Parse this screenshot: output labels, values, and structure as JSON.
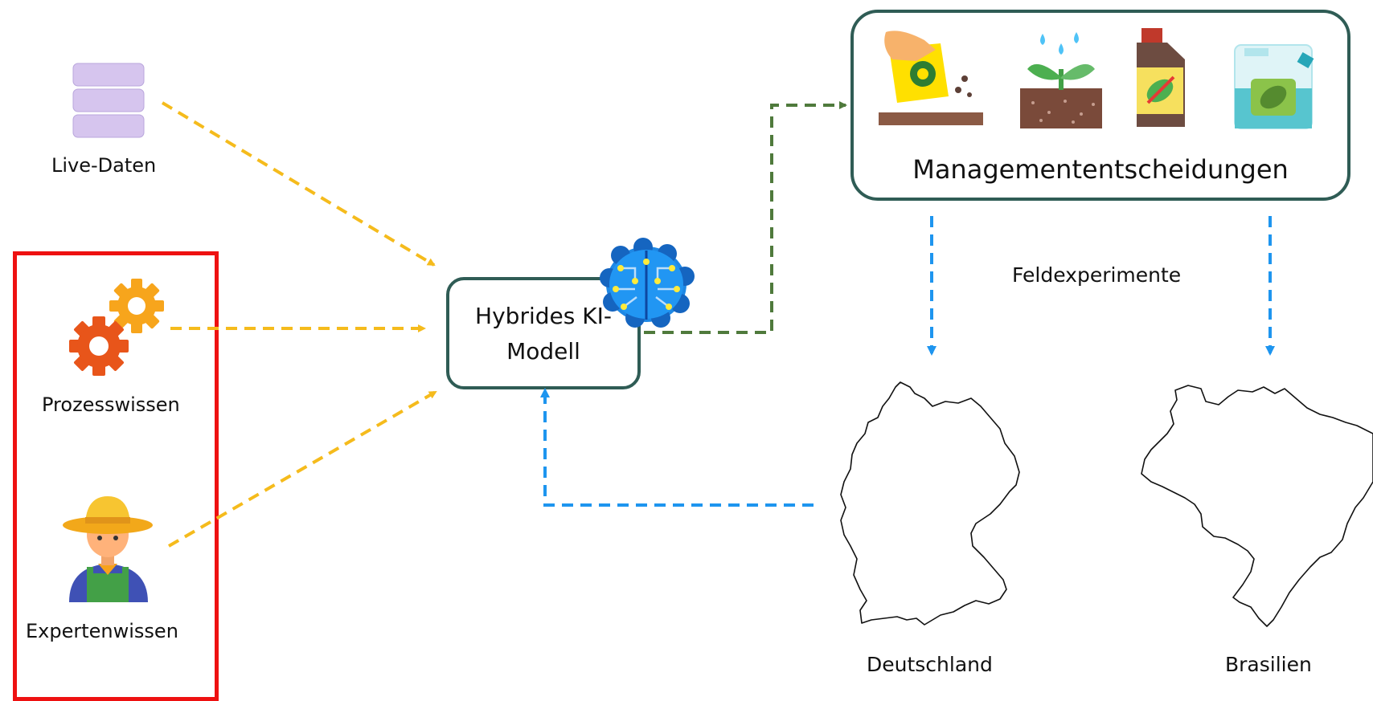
{
  "sources": {
    "live_data": {
      "label": "Live-Daten",
      "icon": "database-icon"
    },
    "process_knowledge": {
      "label": "Prozesswissen",
      "icon": "gears-icon"
    },
    "expert_knowledge": {
      "label": "Expertenwissen",
      "icon": "farmer-icon"
    }
  },
  "model": {
    "title": "Hybrides KI-Modell",
    "icon": "ai-brain-icon"
  },
  "management": {
    "title": "Managemententscheidungen",
    "icons": [
      "sowing-seeds-icon",
      "watered-plant-icon",
      "pesticide-bottle-icon",
      "fertilizer-canister-icon"
    ]
  },
  "experiments": {
    "label": "Feldexperimente"
  },
  "countries": {
    "germany": {
      "label": "Deutschland",
      "icon": "germany-map-icon"
    },
    "brazil": {
      "label": "Brasilien",
      "icon": "brazil-map-icon"
    }
  },
  "colors": {
    "box_border": "#2f5c55",
    "input_arrows": "#f5bb1c",
    "output_arrow": "#4f7a3c",
    "feedback_arrows": "#1e95ef",
    "highlight_frame": "#ee1111"
  }
}
